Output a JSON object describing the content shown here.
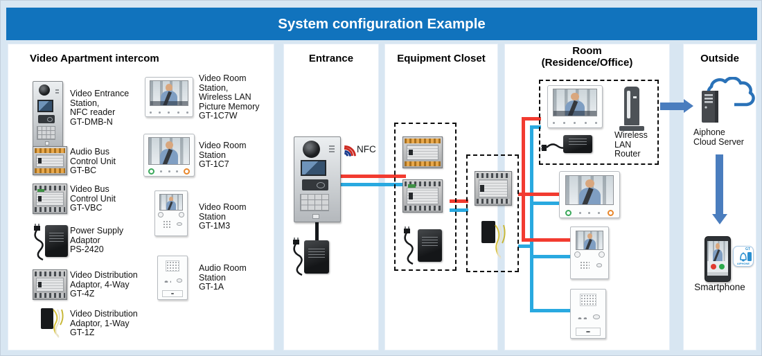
{
  "header": {
    "title": "System configuration Example"
  },
  "colors": {
    "header_bg": "#1173bd",
    "background": "#d8e6f2",
    "wire_red": "#f23b30",
    "wire_blue": "#29a9e0",
    "arrow_blue": "#4a7dbe",
    "nfc_arc_blue": "#1a3a8c",
    "nfc_arc_red": "#cc2a22"
  },
  "apartment": {
    "title": "Video Apartment intercom",
    "left_items": [
      {
        "id": "gt-dmb-n",
        "label": "Video Entrance\nStation,\nNFC reader\nGT-DMB-N"
      },
      {
        "id": "gt-bc",
        "label": "Audio Bus\nControl Unit\nGT-BC"
      },
      {
        "id": "gt-vbc",
        "label": "Video Bus\nControl Unit\nGT-VBC"
      },
      {
        "id": "ps-2420",
        "label": "Power Supply\nAdaptor\nPS-2420"
      },
      {
        "id": "gt-4z",
        "label": "Video Distribution\nAdaptor, 4-Way\nGT-4Z"
      },
      {
        "id": "gt-1z",
        "label": "Video Distribution\nAdaptor, 1-Way\nGT-1Z"
      }
    ],
    "right_items": [
      {
        "id": "gt-1c7w",
        "label": "Video Room\nStation,\nWireless LAN\nPicture Memory\nGT-1C7W"
      },
      {
        "id": "gt-1c7",
        "label": "Video Room\nStation\nGT-1C7"
      },
      {
        "id": "gt-1m3",
        "label": "Video Room\nStation\nGT-1M3"
      },
      {
        "id": "gt-1a",
        "label": "Audio Room\nStation\nGT-1A"
      }
    ]
  },
  "entrance": {
    "title": "Entrance",
    "nfc_label": "NFC"
  },
  "closet": {
    "title": "Equipment Closet"
  },
  "room": {
    "title": "Room",
    "subtitle": "(Residence/Office)",
    "router_label": "Wireless\nLAN\nRouter"
  },
  "outside": {
    "title": "Outside",
    "cloud_label": "Aiphone\nCloud Server",
    "smartphone_label": "Smartphone",
    "app_icon_text_top": "GT",
    "app_icon_text_bottom": "AIPHONE"
  },
  "icons": [
    "nfc-signal-icon",
    "cloud-server-icon",
    "wireless-lan-router-icon",
    "smartphone-icon",
    "gt-app-bell-icon",
    "arrow-right-icon",
    "arrow-down-icon"
  ]
}
